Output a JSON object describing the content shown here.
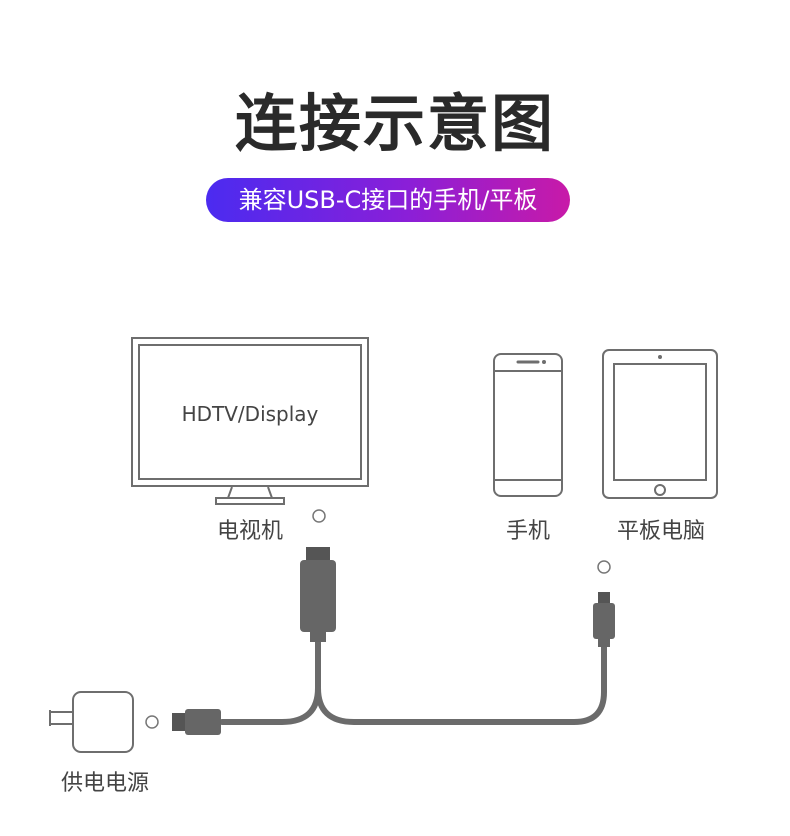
{
  "title": "连接示意图",
  "subtitle": "兼容USB-C接口的手机/平板",
  "devices": {
    "tv_screen_text": "HDTV/Display",
    "tv_label": "电视机",
    "phone_label": "手机",
    "tablet_label": "平板电脑",
    "power_label": "供电电源"
  },
  "colors": {
    "pill_start": "#4b2bf0",
    "pill_end": "#c81aa8",
    "cable": "#6b6b6b",
    "outline": "#6e6e6e"
  }
}
